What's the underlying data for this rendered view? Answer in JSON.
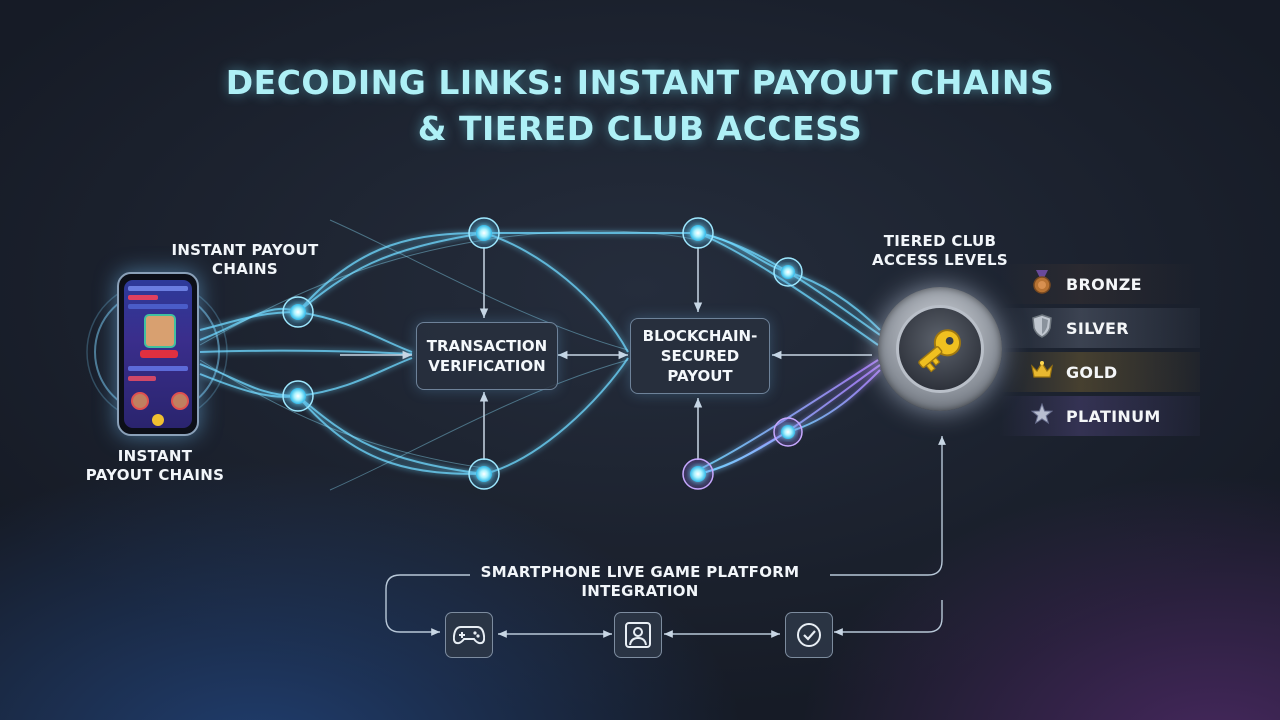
{
  "title": {
    "line1": "DECODING LINKS: INSTANT PAYOUT CHAINS",
    "line2": "& TIERED CLUB ACCESS"
  },
  "labels": {
    "top_left": "INSTANT PAYOUT\nCHAINS",
    "bottom_left": "INSTANT\nPAYOUT CHAINS",
    "tiered": "TIERED CLUB\nACCESS LEVELS",
    "platform": "SMARTPHONE LIVE GAME PLATFORM\nINTEGRATION"
  },
  "boxes": {
    "verification": "TRANSACTION\nVERIFICATION",
    "payout": "BLOCKCHAIN-\nSECURED\nPAYOUT"
  },
  "tiers": [
    {
      "name": "BRONZE",
      "icon": "medal-icon",
      "color": "#b87333"
    },
    {
      "name": "SILVER",
      "icon": "shield-icon",
      "color": "#c0c6cf"
    },
    {
      "name": "GOLD",
      "icon": "crown-icon",
      "color": "#e8b830"
    },
    {
      "name": "PLATINUM",
      "icon": "star-icon",
      "color": "#b8bed0"
    }
  ],
  "platform_icons": [
    "gamepad-icon",
    "user-icon",
    "check-icon"
  ],
  "colors": {
    "title": "#aef0f6",
    "flow_cyan": "#6fd8ff",
    "flow_purple": "#b07cff",
    "key_gold": "#f0c020"
  }
}
